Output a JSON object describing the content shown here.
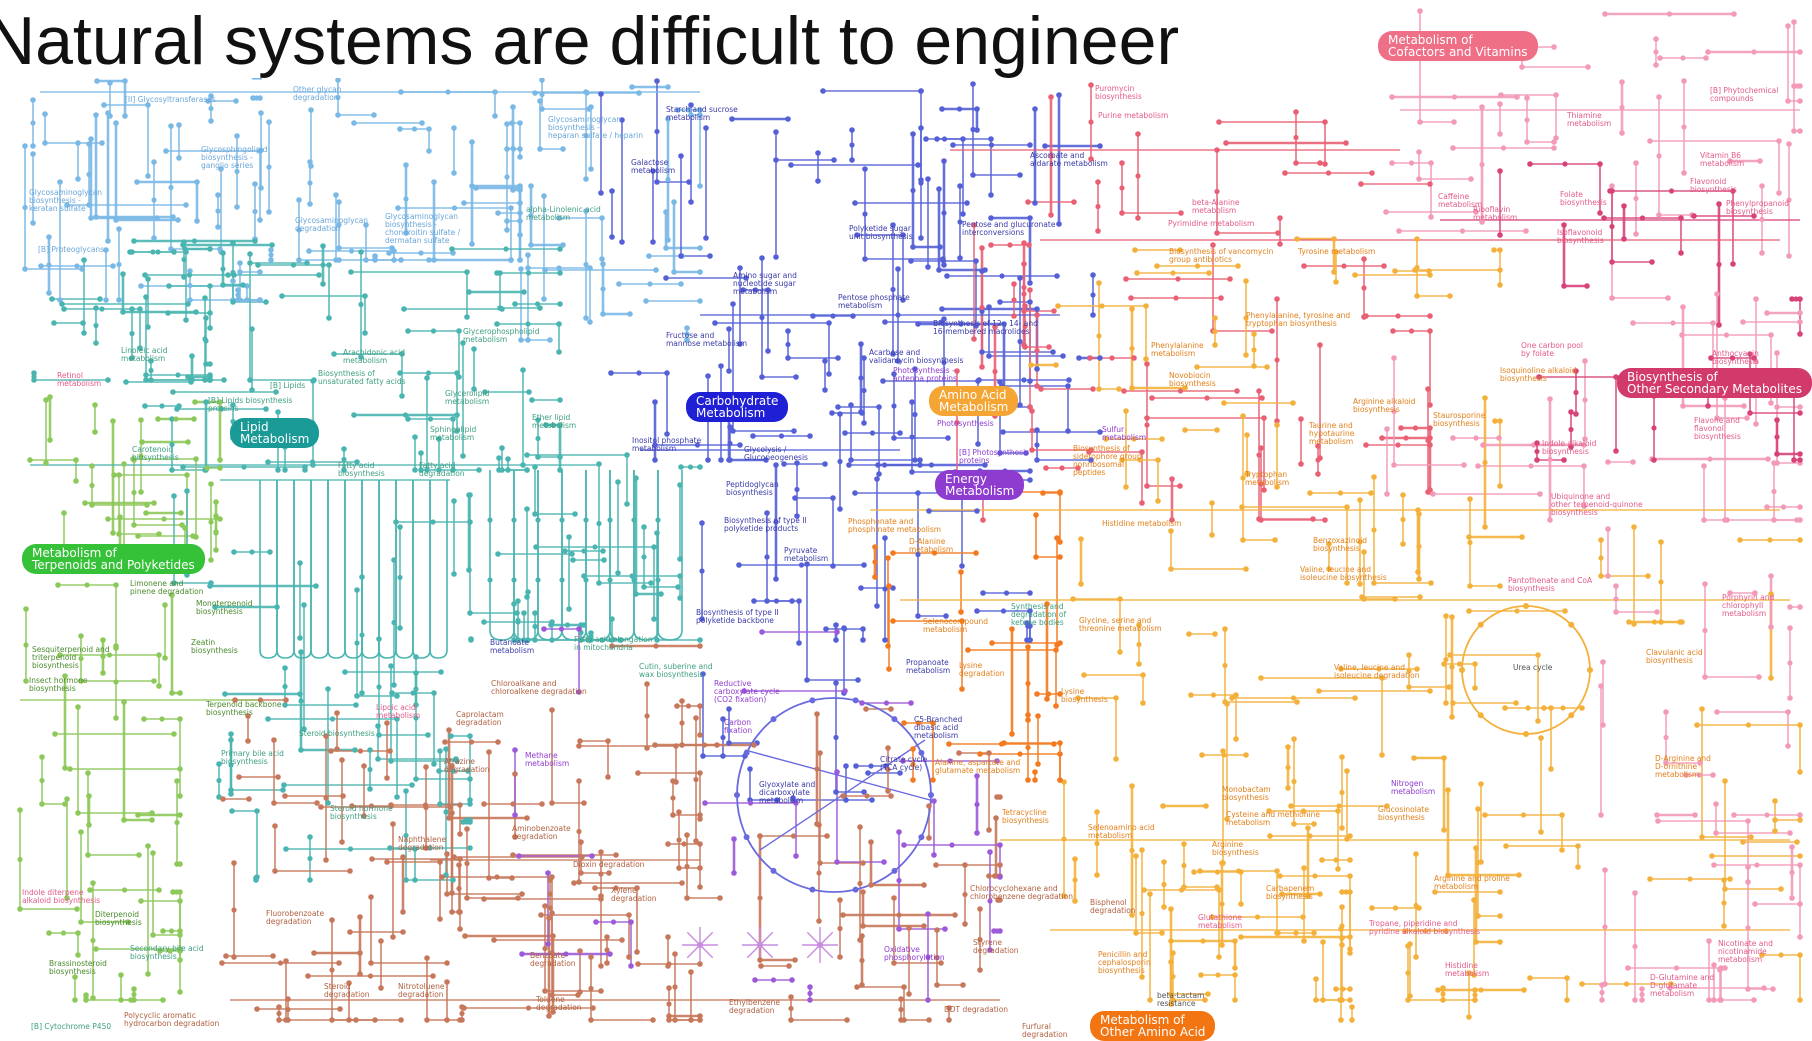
{
  "slide": {
    "title": "Natural systems are difficult to engineer"
  },
  "colors": {
    "lipid": "#69b4dc",
    "glycan": "#7ab8e6",
    "lipid2": "#4ab5b0",
    "terpenoid": "#8dc85a",
    "carbohydrate": "#5560d6",
    "amino": "#f3b13c",
    "energy": "#9d5ad8",
    "cofactor": "#e96074",
    "secondary": "#d8427a",
    "xenobiotic": "#c7775a",
    "other_amino": "#f37a1e",
    "pink": "#f29ab7"
  },
  "sections": [
    {
      "id": "cofactors",
      "label": "Metabolism of\nCofactors and Vitamins",
      "color": "#ef6f87"
    },
    {
      "id": "secondary",
      "label": "Biosynthesis of\nOther Secondary Metabolites",
      "color": "#d13a6a"
    },
    {
      "id": "carbohydrate",
      "label": "Carbohydrate\nMetabolism",
      "color": "#1f1fd6"
    },
    {
      "id": "amino",
      "label": "Amino Acid\nMetabolism",
      "color": "#f5a534"
    },
    {
      "id": "energy",
      "label": "Energy\nMetabolism",
      "color": "#8e3bd0"
    },
    {
      "id": "lipid",
      "label": "Lipid\nMetabolism",
      "color": "#1a9a96"
    },
    {
      "id": "terpenoids",
      "label": "Metabolism of\nTerpenoids and Polyketides",
      "color": "#36c238"
    },
    {
      "id": "other_amino",
      "label": "Metabolism of\nOther Amino Acid",
      "color": "#f37512"
    }
  ],
  "pathways": [
    {
      "label": "[II] Glycosyltransferases",
      "color": "#6aa6d8"
    },
    {
      "label": "Other glycan\ndegradation",
      "color": "#6aa6d8"
    },
    {
      "label": "Glycosaminoglycan\nbiosynthesis -\nheparan sulfate / heparin",
      "color": "#6aa6d8"
    },
    {
      "label": "Starch and sucrose\nmetabolism",
      "color": "#3a3aa8"
    },
    {
      "label": "Glycosphingolipid\nbiosynthesis -\nganglio series",
      "color": "#6aa6d8"
    },
    {
      "label": "Glycosaminoglycan\nbiosynthesis -\nkeratan sulfate",
      "color": "#6aa6d8"
    },
    {
      "label": "Glycosaminoglycan\ndegradation",
      "color": "#6aa6d8"
    },
    {
      "label": "Glycosaminoglycan\nbiosynthesis -\nchondroitin sulfate /\ndermatan sulfate",
      "color": "#6aa6d8"
    },
    {
      "label": "alpha-Linolenic acid\nmetabolism",
      "color": "#3e9f82"
    },
    {
      "label": "Galactose\nmetabolism",
      "color": "#3a3aa8"
    },
    {
      "label": "[B] Proteoglycans",
      "color": "#6aa6d8"
    },
    {
      "label": "Amino sugar and\nnucleotide sugar\nmetabolism",
      "color": "#3a3aa8"
    },
    {
      "label": "Pentose phosphate\nmetabolism",
      "color": "#3a3aa8"
    },
    {
      "label": "Polyketide sugar\nunit biosynthesis",
      "color": "#3a3aa8"
    },
    {
      "label": "Pentose and glucuronate\ninterconversions",
      "color": "#3a3aa8"
    },
    {
      "label": "Ascorbate and\naldarate metabolism",
      "color": "#3a3aa8"
    },
    {
      "label": "Linoleic acid\nmetabolism",
      "color": "#3e9f82"
    },
    {
      "label": "Arachidonic acid\nmetabolism",
      "color": "#3e9f82"
    },
    {
      "label": "Glycerophospholipid\nmetabolism",
      "color": "#3e9f82"
    },
    {
      "label": "Fructose and\nmannose metabolism",
      "color": "#3a3aa8"
    },
    {
      "label": "Retinol\nmetabolism",
      "color": "#e35a8a"
    },
    {
      "label": "[B] Lipids",
      "color": "#3e9f82"
    },
    {
      "label": "Biosynthesis of\nunsaturated fatty acids",
      "color": "#3e9f82"
    },
    {
      "label": "Glycerolipid\nmetabolism",
      "color": "#3e9f82"
    },
    {
      "label": "Ether lipid\nmetabolism",
      "color": "#3e9f82"
    },
    {
      "label": "Sphingolipid\nmetabolism",
      "color": "#3e9f82"
    },
    {
      "label": "[B] Lipids biosynthesis\nproteins",
      "color": "#3e9f82"
    },
    {
      "label": "Inositol phosphate\nmetabolism",
      "color": "#3a3aa8"
    },
    {
      "label": "Carotenoid\nbiosynthesis",
      "color": "#3e9f82"
    },
    {
      "label": "Fatty acid\nbiosynthesis",
      "color": "#3e9f82"
    },
    {
      "label": "Fatty acid\ndegradation",
      "color": "#3e9f82"
    },
    {
      "label": "Glycolysis /\nGluconeogenesis",
      "color": "#3a3aa8"
    },
    {
      "label": "Peptidoglycan\nbiosynthesis",
      "color": "#3a3aa8"
    },
    {
      "label": "Acarbose and\nvalidamycin biosynthesis",
      "color": "#3a3aa8"
    },
    {
      "label": "Biosynthesis of 12-, 14- and\n16-membered macrolides",
      "color": "#3a3aa8"
    },
    {
      "label": "Photosynthesis -\nantenna proteins",
      "color": "#8e3bd0"
    },
    {
      "label": "Photosynthesis",
      "color": "#8e3bd0"
    },
    {
      "label": "[B] Photosynthesis\nproteins",
      "color": "#8e3bd0"
    },
    {
      "label": "Biosynthesis of type II\npolyketide products",
      "color": "#3a3aa8"
    },
    {
      "label": "Phosphonate and\nphosphinate metabolism",
      "color": "#e3801a"
    },
    {
      "label": "D-Alanine\nmetabolism",
      "color": "#e3801a"
    },
    {
      "label": "Pyruvate\nmetabolism",
      "color": "#3a3aa8"
    },
    {
      "label": "Limonene and\npinene degradation",
      "color": "#4a8a2c"
    },
    {
      "label": "Monoterpenoid\nbiosynthesis",
      "color": "#4a8a2c"
    },
    {
      "label": "Zeatin\nbiosynthesis",
      "color": "#4a8a2c"
    },
    {
      "label": "Sesquiterpenoid and\ntriterpenoid\nbiosynthesis",
      "color": "#4a8a2c"
    },
    {
      "label": "Insect hormone\nbiosynthesis",
      "color": "#4a8a2c"
    },
    {
      "label": "Biosynthesis of type II\npolyketide backbone",
      "color": "#3a3aa8"
    },
    {
      "label": "Butanoate\nmetabolism",
      "color": "#3a3aa8"
    },
    {
      "label": "Fatty acid elongation\nin mitochondria",
      "color": "#3e9f82"
    },
    {
      "label": "Synthesis and\ndegradation of\nketone bodies",
      "color": "#3e9f82"
    },
    {
      "label": "Selenocompound\nmetabolism",
      "color": "#e3801a"
    },
    {
      "label": "Cutin, suberine and\nwax biosynthesis",
      "color": "#3e9f82"
    },
    {
      "label": "Chloroalkane and\nchloroalkene degradation",
      "color": "#b06040"
    },
    {
      "label": "Reductive\ncarboxylate cycle\n(CO2 fixation)",
      "color": "#8e3bd0"
    },
    {
      "label": "Propanoate\nmetabolism",
      "color": "#3a3aa8"
    },
    {
      "label": "Lysine\ndegradation",
      "color": "#e3801a"
    },
    {
      "label": "Terpenoid backbone\nbiosynthesis",
      "color": "#4a8a2c"
    },
    {
      "label": "Lipoic acid\nmetabolism",
      "color": "#e35a8a"
    },
    {
      "label": "Caprolactam\ndegradation",
      "color": "#b06040"
    },
    {
      "label": "Steroid biosynthesis",
      "color": "#3e9f82"
    },
    {
      "label": "Carbon\nfixation",
      "color": "#8e3bd0"
    },
    {
      "label": "C5-Branched\ndibasic acid\nmetabolism",
      "color": "#3a3aa8"
    },
    {
      "label": "Primary bile acid\nbiosynthesis",
      "color": "#3e9f82"
    },
    {
      "label": "Atrazine\ndegradation",
      "color": "#b06040"
    },
    {
      "label": "Methane\nmetabolism",
      "color": "#8e3bd0"
    },
    {
      "label": "Citrate cycle\n(TCA cycle)",
      "color": "#3a3aa8"
    },
    {
      "label": "Alanine, aspartate and\nglutamate metabolism",
      "color": "#e3801a"
    },
    {
      "label": "Glyoxylate and\ndicarboxylate\nmetabolism",
      "color": "#3a3aa8"
    },
    {
      "label": "Steroid hormone\nbiosynthesis",
      "color": "#3e9f82"
    },
    {
      "label": "Aminobenzoate\ndegradation",
      "color": "#b06040"
    },
    {
      "label": "Tetracycline\nbiosynthesis",
      "color": "#e3801a"
    },
    {
      "label": "Naphthalene\ndegradation",
      "color": "#b06040"
    },
    {
      "label": "Dioxin degradation",
      "color": "#b06040"
    },
    {
      "label": "Indole diterpene\nalkaloid biosynthesis",
      "color": "#e35a8a"
    },
    {
      "label": "Xylene\ndegradation",
      "color": "#b06040"
    },
    {
      "label": "Chlorocyclohexane and\nchlorobenzene degradation",
      "color": "#b06040"
    },
    {
      "label": "Bisphenol\ndegradation",
      "color": "#b06040"
    },
    {
      "label": "Diterpenoid\nbiosynthesis",
      "color": "#4a8a2c"
    },
    {
      "label": "Fluorobenzoate\ndegradation",
      "color": "#b06040"
    },
    {
      "label": "Secondary bile acid\nbiosynthesis",
      "color": "#3e9f82"
    },
    {
      "label": "Benzoate\ndegradation",
      "color": "#b06040"
    },
    {
      "label": "Oxidative\nphosphorylation",
      "color": "#8e3bd0"
    },
    {
      "label": "Styrene\ndegradation",
      "color": "#b06040"
    },
    {
      "label": "Brassinosteroid\nbiosynthesis",
      "color": "#4a8a2c"
    },
    {
      "label": "Steroid\ndegradation",
      "color": "#b06040"
    },
    {
      "label": "Nitrotoluene\ndegradation",
      "color": "#b06040"
    },
    {
      "label": "Toluene\ndegradation",
      "color": "#b06040"
    },
    {
      "label": "Ethylbenzene\ndegradation",
      "color": "#b06040"
    },
    {
      "label": "Penicillin and\ncephalosporin\nbiosynthesis",
      "color": "#e3801a"
    },
    {
      "label": "[B] Cytochrome P450",
      "color": "#3e9f82"
    },
    {
      "label": "Polycyclic aromatic\nhydrocarbon degradation",
      "color": "#b06040"
    },
    {
      "label": "DDT degradation",
      "color": "#b06040"
    },
    {
      "label": "Furfural\ndegradation",
      "color": "#b06040"
    },
    {
      "label": "beta-Lactam\nresistance",
      "color": "#555555"
    },
    {
      "label": "Puromycin\nbiosynthesis",
      "color": "#e35a8a"
    },
    {
      "label": "Purine metabolism",
      "color": "#e35a8a"
    },
    {
      "label": "Pyrimidine metabolism",
      "color": "#e35a8a"
    },
    {
      "label": "beta-Alanine\nmetabolism",
      "color": "#e35a8a"
    },
    {
      "label": "Caffeine\nmetabolism",
      "color": "#e35a8a"
    },
    {
      "label": "Riboflavin\nmetabolism",
      "color": "#e35a8a"
    },
    {
      "label": "Biosynthesis of vancomycin\ngroup antibiotics",
      "color": "#e3801a"
    },
    {
      "label": "Tyrosine metabolism",
      "color": "#e3801a"
    },
    {
      "label": "Phenylalanine, tyrosine and\ntryptophan biosynthesis",
      "color": "#e3801a"
    },
    {
      "label": "Phenylalanine\nmetabolism",
      "color": "#e3801a"
    },
    {
      "label": "Novobiocin\nbiosynthesis",
      "color": "#e3801a"
    },
    {
      "label": "Thiamine\nmetabolism",
      "color": "#e35a8a"
    },
    {
      "label": "Vitamin B6\nmetabolism",
      "color": "#e35a8a"
    },
    {
      "label": "Flavonoid\nbiosynthesis",
      "color": "#e35a8a"
    },
    {
      "label": "Folate\nbiosynthesis",
      "color": "#e35a8a"
    },
    {
      "label": "Phenylpropanoid\nbiosynthesis",
      "color": "#e35a8a"
    },
    {
      "label": "[B] Phytochemical\ncompounds",
      "color": "#e35a8a"
    },
    {
      "label": "Isoflavonoid\nbiosynthesis",
      "color": "#e35a8a"
    },
    {
      "label": "One carbon pool\nby folate",
      "color": "#e35a8a"
    },
    {
      "label": "Anthocyanin\nbiosynthesis",
      "color": "#e35a8a"
    },
    {
      "label": "Isoquinoline alkaloid\nbiosynthesis",
      "color": "#e3801a"
    },
    {
      "label": "Arginine alkaloid\nbiosynthesis",
      "color": "#e3801a"
    },
    {
      "label": "Staurosporine\nbiosynthesis",
      "color": "#e3801a"
    },
    {
      "label": "Sulfur\nmetabolism",
      "color": "#8e3bd0"
    },
    {
      "label": "Taurine and\nhypotaurine\nmetabolism",
      "color": "#e3801a"
    },
    {
      "label": "Biosynthesis of\nsiderophore group\nnonribosomal\npeptides",
      "color": "#e3801a"
    },
    {
      "label": "Indole alkaloid\nbiosynthesis",
      "color": "#e35a8a"
    },
    {
      "label": "Flavone and\nflavonol\nbiosynthesis",
      "color": "#e35a8a"
    },
    {
      "label": "Tryptophan\nmetabolism",
      "color": "#e3801a"
    },
    {
      "label": "Ubiquinone and\nother terpenoid-quinone\nbiosynthesis",
      "color": "#e35a8a"
    },
    {
      "label": "Histidine metabolism",
      "color": "#e3801a"
    },
    {
      "label": "Benzoxazinoid\nbiosynthesis",
      "color": "#e3801a"
    },
    {
      "label": "Valine, leucine and\nisoleucine biosynthesis",
      "color": "#e3801a"
    },
    {
      "label": "Pantothenate and CoA\nbiosynthesis",
      "color": "#e35a8a"
    },
    {
      "label": "Porphyrin and\nchlorophyll\nmetabolism",
      "color": "#e35a8a"
    },
    {
      "label": "Glycine, serine and\nthreonine metabolism",
      "color": "#e3801a"
    },
    {
      "label": "Valine, leucine and\nisoleucine degradation",
      "color": "#e3801a"
    },
    {
      "label": "Urea cycle",
      "color": "#555555"
    },
    {
      "label": "Clavulanic acid\nbiosynthesis",
      "color": "#e3801a"
    },
    {
      "label": "Lysine\nbiosynthesis",
      "color": "#e3801a"
    },
    {
      "label": "D-Arginine and\nD-ornithine\nmetabolism",
      "color": "#e3801a"
    },
    {
      "label": "Monobactam\nbiosynthesis",
      "color": "#e3801a"
    },
    {
      "label": "Nitrogen\nmetabolism",
      "color": "#8e3bd0"
    },
    {
      "label": "Cysteine and methionine\nmetabolism",
      "color": "#e3801a"
    },
    {
      "label": "Glucosinolate\nbiosynthesis",
      "color": "#e3801a"
    },
    {
      "label": "Arginine\nbiosynthesis",
      "color": "#e3801a"
    },
    {
      "label": "Selenoamino acid\nmetabolism",
      "color": "#e3801a"
    },
    {
      "label": "Arginine and proline\nmetabolism",
      "color": "#e3801a"
    },
    {
      "label": "Carbapenem\nbiosynthesis",
      "color": "#e3801a"
    },
    {
      "label": "Glutathione\nmetabolism",
      "color": "#e35a8a"
    },
    {
      "label": "Tropane, piperidine and\npyridine alkaloid biosynthesis",
      "color": "#e35a8a"
    },
    {
      "label": "Nicotinate and\nnicotinamide\nmetabolism",
      "color": "#e35a8a"
    },
    {
      "label": "D-Glutamine and\nD-glutamate\nmetabolism",
      "color": "#e35a8a"
    },
    {
      "label": "Histidine\nmetabolism",
      "color": "#e35a8a"
    }
  ]
}
